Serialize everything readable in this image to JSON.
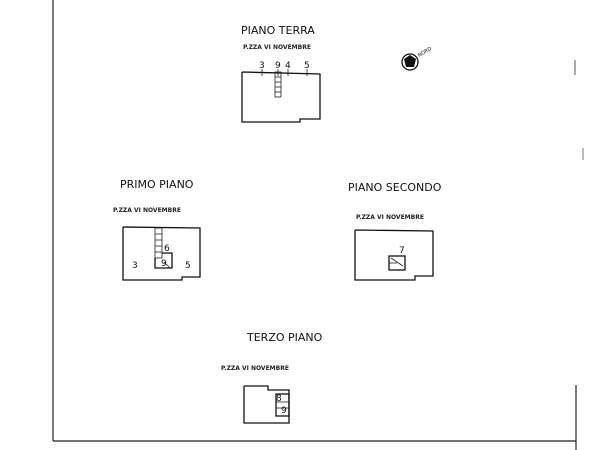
{
  "compass": {
    "label": "NORD"
  },
  "floors": [
    {
      "title": "PIANO TERRA",
      "street": "P.ZZA VI NOVEMBRE",
      "labels": [
        "3",
        "9",
        "4",
        "5"
      ]
    },
    {
      "title": "PRIMO PIANO",
      "street": "P.ZZA VI NOVEMBRE",
      "labels": [
        "3",
        "6",
        "9",
        "5"
      ]
    },
    {
      "title": "PIANO SECONDO",
      "street": "P.ZZA VI NOVEMBRE",
      "labels": [
        "7"
      ]
    },
    {
      "title": "TERZO PIANO",
      "street": "P.ZZA VI NOVEMBRE",
      "labels": [
        "8",
        "9"
      ]
    }
  ]
}
